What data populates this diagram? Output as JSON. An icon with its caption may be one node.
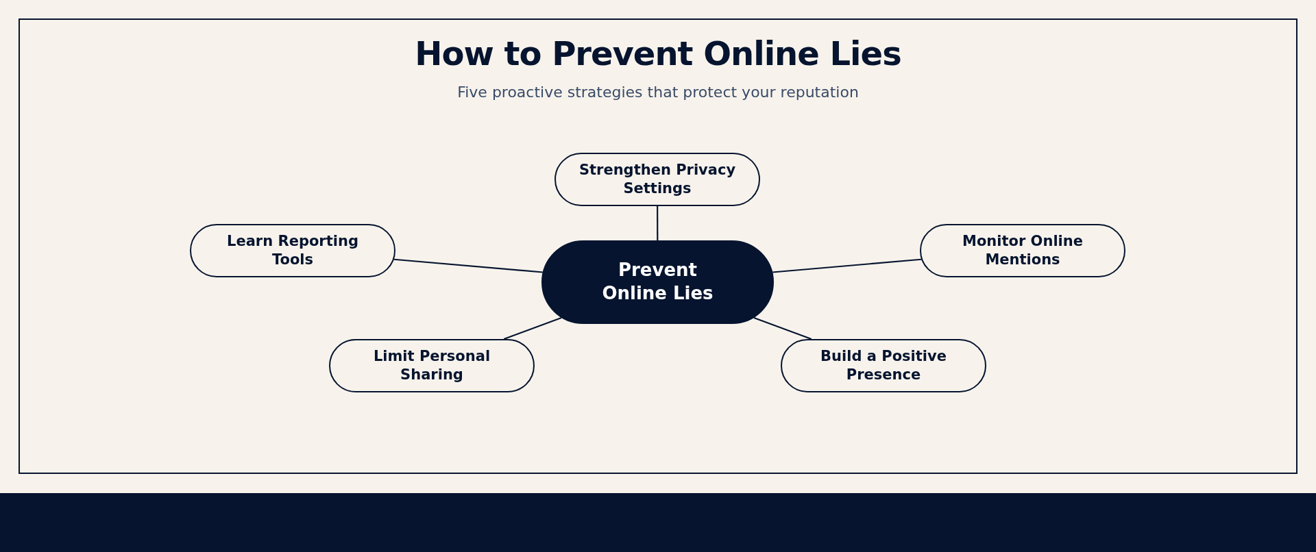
{
  "diagram": {
    "title": "How to Prevent Online Lies",
    "caption": "Five proactive strategies that protect your reputation",
    "nodes": [
      {
        "text": [
          "Prevent Online Lies"
        ]
      },
      {
        "text": [
          "Strengthen Privacy Settings"
        ]
      },
      {
        "text": [
          "Learn Reporting Tools"
        ]
      },
      {
        "text": [
          "Monitor Online Mentions"
        ]
      },
      {
        "text": [
          "Limit Personal Sharing"
        ]
      },
      {
        "text": [
          "Build a Positive Presence"
        ]
      }
    ],
    "edges": [
      {
        "from": 0,
        "to": 1,
        "arrow": "none"
      },
      {
        "from": 0,
        "to": 2,
        "arrow": "none"
      },
      {
        "from": 0,
        "to": 3,
        "arrow": "none"
      },
      {
        "from": 0,
        "to": 4,
        "arrow": "none"
      },
      {
        "from": 0,
        "to": 5,
        "arrow": "none"
      }
    ]
  }
}
